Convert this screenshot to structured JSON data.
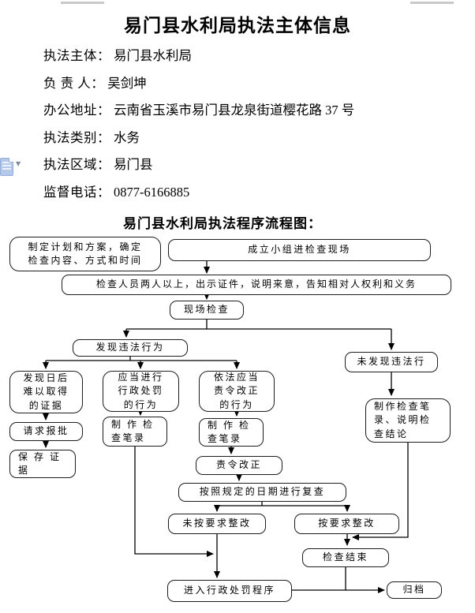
{
  "document": {
    "title": "易门县水利局执法主体信息",
    "info_rows": [
      {
        "label": "执法主体：",
        "value": "易门县水利局"
      },
      {
        "label": "负 责 人：",
        "value": "吴剑坤"
      },
      {
        "label": "办公地址：",
        "value": "云南省玉溪市易门县龙泉街道樱花路 37 号"
      },
      {
        "label": "执法类别：",
        "value": "水务"
      },
      {
        "label": "执法区域：",
        "value": "易门县"
      },
      {
        "label": "监督电话：",
        "value": "0877-6166885"
      }
    ],
    "flow_title": "易门县水利局执法程序流程图："
  },
  "icons": {
    "paste_options": "clipboard-paste-icon",
    "dropdown_glyph": "▼"
  },
  "flowchart": {
    "nodes": [
      {
        "id": "plan",
        "text": "制定计划和方案，确定\n检查内容、方式和时间"
      },
      {
        "id": "setup-team",
        "text": "成立小组进检查现场"
      },
      {
        "id": "inspectors",
        "text": "检查人员两人以上，出示证件，说明来意，告知相对人权利和义务"
      },
      {
        "id": "onsite-check",
        "text": "现场检查"
      },
      {
        "id": "violation-found",
        "text": "发现违法行为"
      },
      {
        "id": "no-violation",
        "text": "未发现违法行"
      },
      {
        "id": "evidence-hard",
        "text": "发现日后\n难以取得\n的证据"
      },
      {
        "id": "punish-behavior",
        "text": "应当进行\n行政处罚\n的行为"
      },
      {
        "id": "order-correct-behavior",
        "text": "依法应当\n责令改正\n的行为"
      },
      {
        "id": "request-approval",
        "text": "请求报批"
      },
      {
        "id": "record-notes-1",
        "text": "制 作 检\n查笔录"
      },
      {
        "id": "save-evidence",
        "text": "保 存 证\n据"
      },
      {
        "id": "record-notes-2",
        "text": "制 作 检\n查笔录"
      },
      {
        "id": "record-conclusion",
        "text": "制作检查笔\n录、说明检\n查结论"
      },
      {
        "id": "order-correct",
        "text": "责令改正"
      },
      {
        "id": "recheck",
        "text": "按照规定的日期进行复查"
      },
      {
        "id": "not-rectified",
        "text": "未按要求整改"
      },
      {
        "id": "rectified",
        "text": "按要求整改"
      },
      {
        "id": "check-end",
        "text": "检查结束"
      },
      {
        "id": "penalty-procedure",
        "text": "进入行政处罚程序"
      },
      {
        "id": "archive",
        "text": "归档"
      }
    ]
  }
}
